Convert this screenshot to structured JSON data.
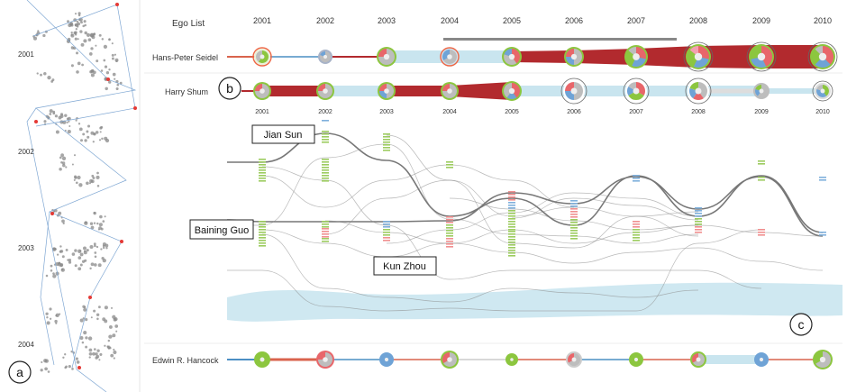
{
  "left_panel": {
    "years": [
      "2001",
      "2002",
      "2003",
      "2004"
    ],
    "badge": "a"
  },
  "header": {
    "ego_list_label": "Ego List",
    "years": [
      "2001",
      "2002",
      "2003",
      "2004",
      "2005",
      "2006",
      "2007",
      "2008",
      "2009",
      "2010"
    ]
  },
  "egos": [
    {
      "name": "Hans-Peter Seidel"
    },
    {
      "name": "Harry Shum",
      "badge": "b",
      "years": [
        "2001",
        "2002",
        "2003",
        "2004",
        "2005",
        "2006",
        "2007",
        "2008",
        "2009",
        "2010"
      ]
    },
    {
      "name": "Edwin R. Hancock"
    }
  ],
  "callouts": {
    "jian_sun": "Jian Sun",
    "baining_guo": "Baining Guo",
    "kun_zhou": "Kun Zhou",
    "badge_c": "c"
  },
  "colors": {
    "strong_link": "#b22a2e",
    "weak_link": "#c9e5ef",
    "red_link": "#d9634d",
    "blue_link": "#4c8fc4",
    "green_ring": "#8cc63f",
    "flow_band": "#cfe8f1",
    "flow_line": "#8a8a8a",
    "dash_green": "#9ccc5f",
    "dash_red": "#f08f8f",
    "dash_blue": "#7fb0dc"
  }
}
